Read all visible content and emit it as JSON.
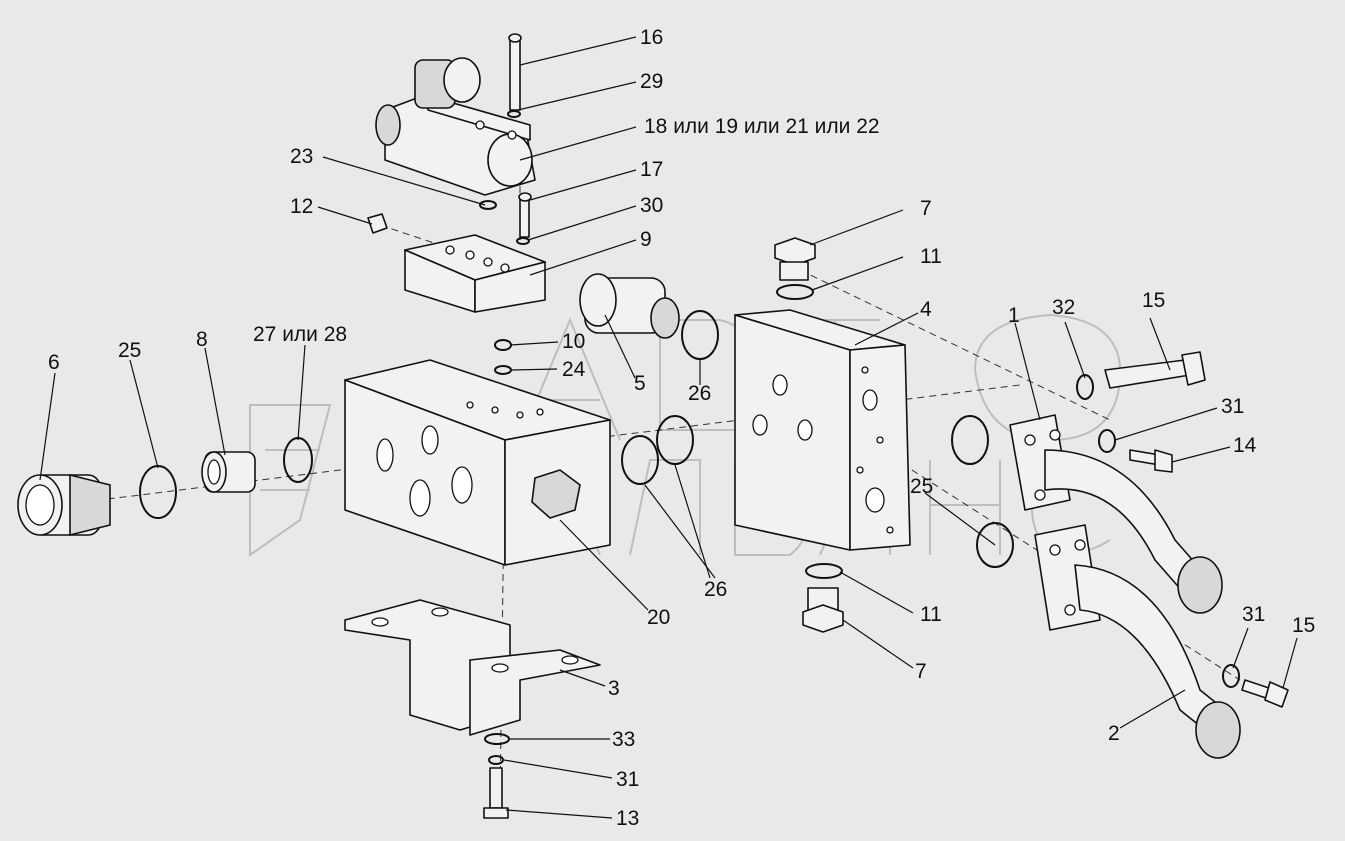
{
  "labels": {
    "l1": "1",
    "l2": "2",
    "l3": "3",
    "l4": "4",
    "l5": "5",
    "l6": "6",
    "l7a": "7",
    "l7b": "7",
    "l8": "8",
    "l9": "9",
    "l10": "10",
    "l11a": "11",
    "l11b": "11",
    "l12": "12",
    "l13": "13",
    "l14": "14",
    "l15a": "15",
    "l15b": "15",
    "l16": "16",
    "l17": "17",
    "l18": "18 или 19 или 21 или 22",
    "l20": "20",
    "l23": "23",
    "l24": "24",
    "l25a": "25",
    "l25b": "25",
    "l26a": "26",
    "l26b": "26",
    "l27": "27 или 28",
    "l29": "29",
    "l30": "30",
    "l31a": "31",
    "l31b": "31",
    "l31c": "31",
    "l32": "32",
    "l33": "33"
  }
}
